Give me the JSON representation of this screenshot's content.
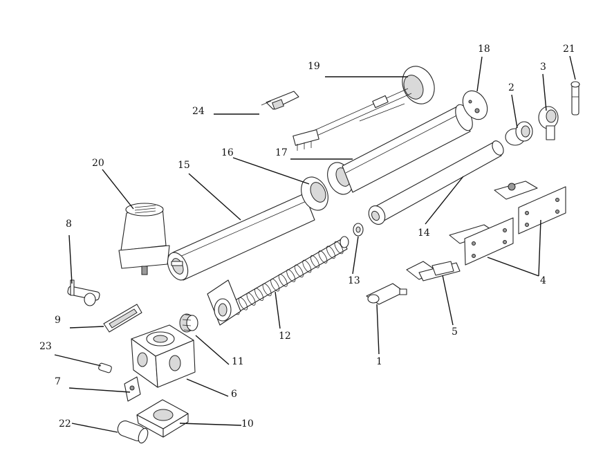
{
  "labels": {
    "l1": "1",
    "l2": "2",
    "l3": "3",
    "l4": "4",
    "l5": "5",
    "l6": "6",
    "l7": "7",
    "l8": "8",
    "l9": "9",
    "l10": "10",
    "l11": "11",
    "l12": "12",
    "l13": "13",
    "l14": "14",
    "l15": "15",
    "l16": "16",
    "l17": "17",
    "l18": "18",
    "l19": "19",
    "l20": "20",
    "l21": "21",
    "l22": "22",
    "l23": "23",
    "l24": "24"
  }
}
